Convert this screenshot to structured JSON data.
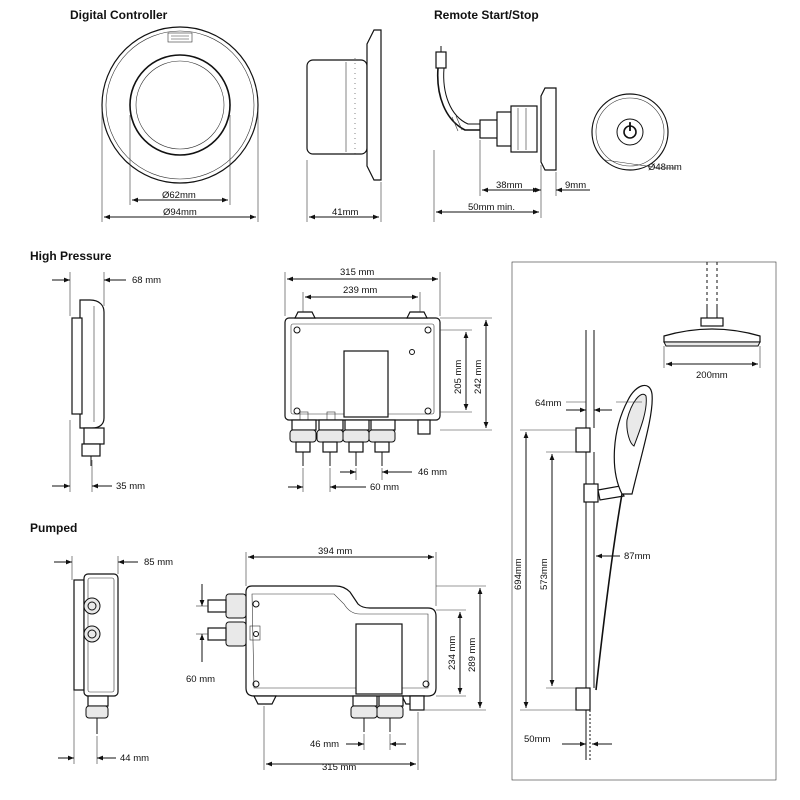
{
  "sections": {
    "digital_controller": "Digital Controller",
    "remote": "Remote Start/Stop",
    "high_pressure": "High Pressure",
    "pumped": "Pumped"
  },
  "dims": {
    "dc_d62": "Ø62mm",
    "dc_d94": "Ø94mm",
    "dc_41": "41mm",
    "rs_38": "38mm",
    "rs_9": "9mm",
    "rs_50min": "50mm min.",
    "rs_d48": "Ø48mm",
    "hp_68": "68 mm",
    "hp_35": "35 mm",
    "hp_315": "315 mm",
    "hp_239": "239 mm",
    "hp_205": "205 mm",
    "hp_242": "242 mm",
    "hp_46": "46 mm",
    "hp_60": "60 mm",
    "pu_85": "85 mm",
    "pu_44": "44 mm",
    "pu_394": "394 mm",
    "pu_234": "234 mm",
    "pu_289": "289 mm",
    "pu_60": "60 mm",
    "pu_46": "46 mm",
    "pu_315": "315 mm",
    "sh_200": "200mm",
    "sh_64": "64mm",
    "sh_87": "87mm",
    "sh_694": "694mm",
    "sh_573": "573mm",
    "sh_50": "50mm"
  }
}
